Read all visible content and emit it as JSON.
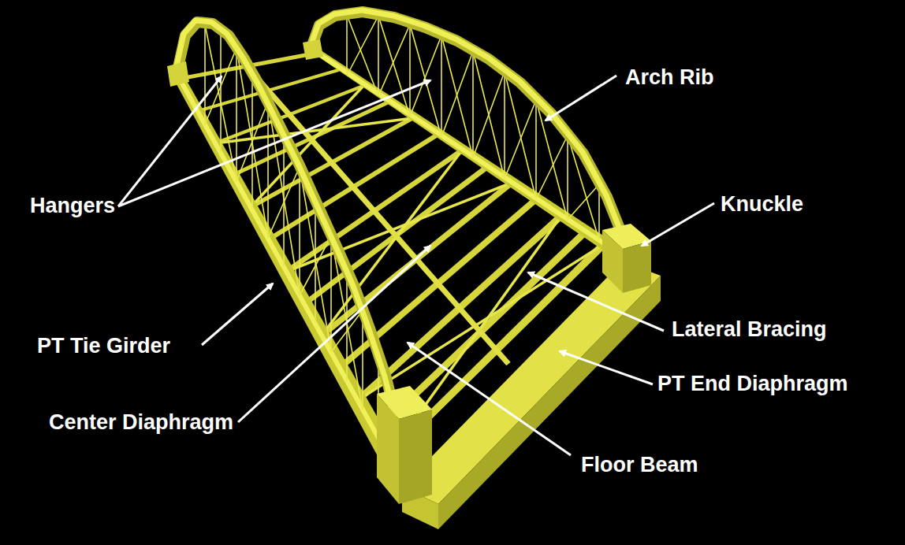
{
  "diagram": {
    "labels": [
      "Arch Rib",
      "Hangers",
      "Knuckle",
      "PT Tie Girder",
      "Lateral Bracing",
      "PT End Diaphragm",
      "Center Diaphragm",
      "Floor Beam"
    ]
  }
}
